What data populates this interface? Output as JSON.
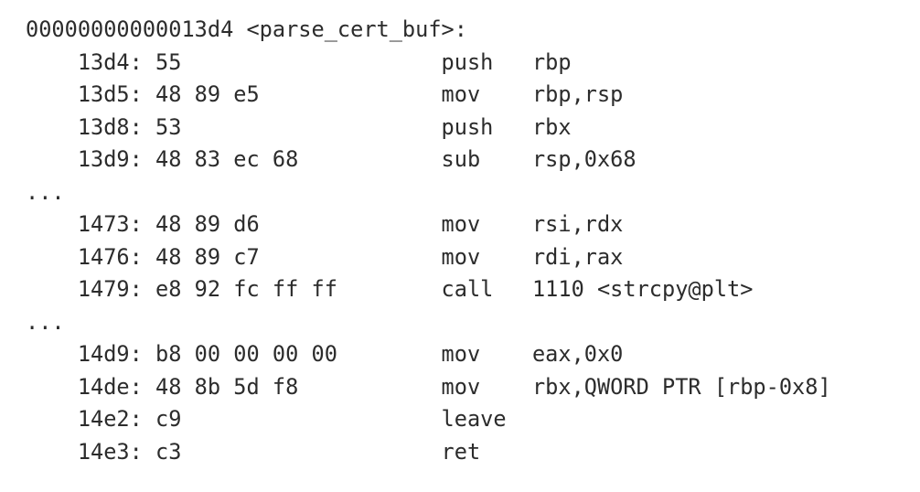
{
  "window": {
    "background_color": "#ffffff",
    "text_color": "#2c2c2c"
  },
  "disassembly": {
    "header_line": "00000000000013d4 <parse_cert_buf>:",
    "ellipsis": "...",
    "instructions": [
      {
        "address": "13d4:",
        "bytes": "55",
        "mnemonic": "push",
        "operands": "rbp"
      },
      {
        "address": "13d5:",
        "bytes": "48 89 e5",
        "mnemonic": "mov",
        "operands": "rbp,rsp"
      },
      {
        "address": "13d8:",
        "bytes": "53",
        "mnemonic": "push",
        "operands": "rbx"
      },
      {
        "address": "13d9:",
        "bytes": "48 83 ec 68",
        "mnemonic": "sub",
        "operands": "rsp,0x68"
      },
      {
        "address": "1473:",
        "bytes": "48 89 d6",
        "mnemonic": "mov",
        "operands": "rsi,rdx"
      },
      {
        "address": "1476:",
        "bytes": "48 89 c7",
        "mnemonic": "mov",
        "operands": "rdi,rax"
      },
      {
        "address": "1479:",
        "bytes": "e8 92 fc ff ff",
        "mnemonic": "call",
        "operands": "1110 <strcpy@plt>"
      },
      {
        "address": "14d9:",
        "bytes": "b8 00 00 00 00",
        "mnemonic": "mov",
        "operands": "eax,0x0"
      },
      {
        "address": "14de:",
        "bytes": "48 8b 5d f8",
        "mnemonic": "mov",
        "operands": "rbx,QWORD PTR [rbp-0x8]"
      },
      {
        "address": "14e2:",
        "bytes": "c9",
        "mnemonic": "leave",
        "operands": ""
      },
      {
        "address": "14e3:",
        "bytes": "c3",
        "mnemonic": "ret",
        "operands": ""
      }
    ]
  }
}
